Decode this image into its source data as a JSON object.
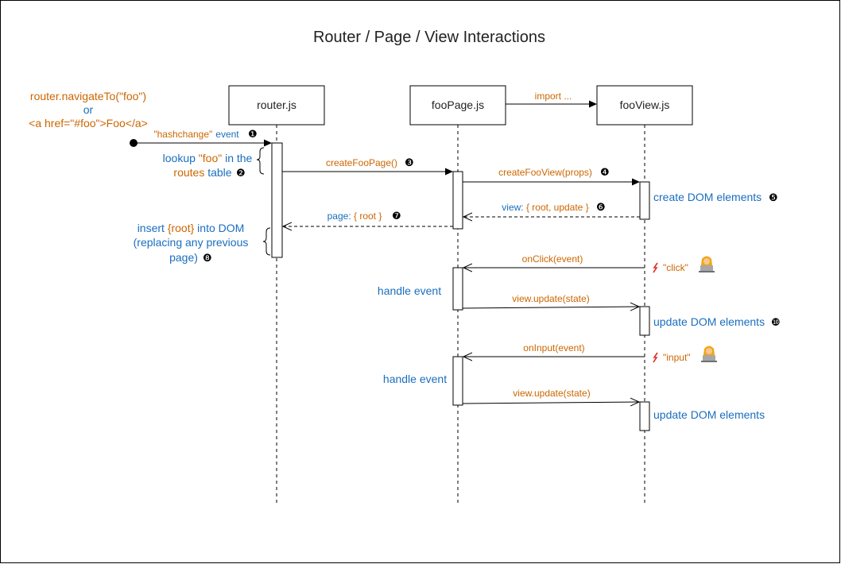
{
  "title": "Router / Page / View Interactions",
  "colors": {
    "orange": "#cc6600",
    "blue": "#1a6ebf",
    "black": "#000000",
    "alert": "#e0302a"
  },
  "participants": {
    "router": "router.js",
    "page": "fooPage.js",
    "view": "fooView.js"
  },
  "trigger": {
    "line1": "router.navigateTo(\"foo\")",
    "line2": "or",
    "line3": "<a href=\"#foo\">Foo</a>"
  },
  "messages": {
    "import": "import ...",
    "hashchange_quoted": "\"hashchange\"",
    "hashchange_event": "event",
    "create_page": "createFooPage()",
    "create_view": "createFooView(props)",
    "view_return_prefix": "view: ",
    "view_return_value": "{ root, update }",
    "page_return_prefix": "page: ",
    "page_return_value": "{ root }",
    "on_click": "onClick(event)",
    "view_update_1": "view.update(state)",
    "on_input": "onInput(event)",
    "view_update_2": "view.update(state)"
  },
  "notes": {
    "lookup_1a": "lookup ",
    "lookup_1b": "\"foo\"",
    "lookup_1c": " in the",
    "lookup_2a": "routes",
    "lookup_2b": " table",
    "insert_1a": "insert ",
    "insert_1b": "{root}",
    "insert_1c": " into DOM",
    "insert_2": "(replacing any previous",
    "insert_3": "page)",
    "create_dom": "create DOM elements",
    "handle_event_1": "handle event",
    "update_dom_1": "update DOM elements",
    "handle_event_2": "handle event",
    "update_dom_2": "update DOM elements",
    "click": "\"click\"",
    "input": "\"input\""
  },
  "step_numbers": {
    "s1": "❶",
    "s2": "❷",
    "s3": "❸",
    "s4": "❹",
    "s5": "❺",
    "s6": "❻",
    "s7": "❼",
    "s8": "❽",
    "s10": "❿"
  },
  "icons": {
    "user_icon": "user-at-laptop-icon",
    "event_icon": "lightning-icon"
  }
}
